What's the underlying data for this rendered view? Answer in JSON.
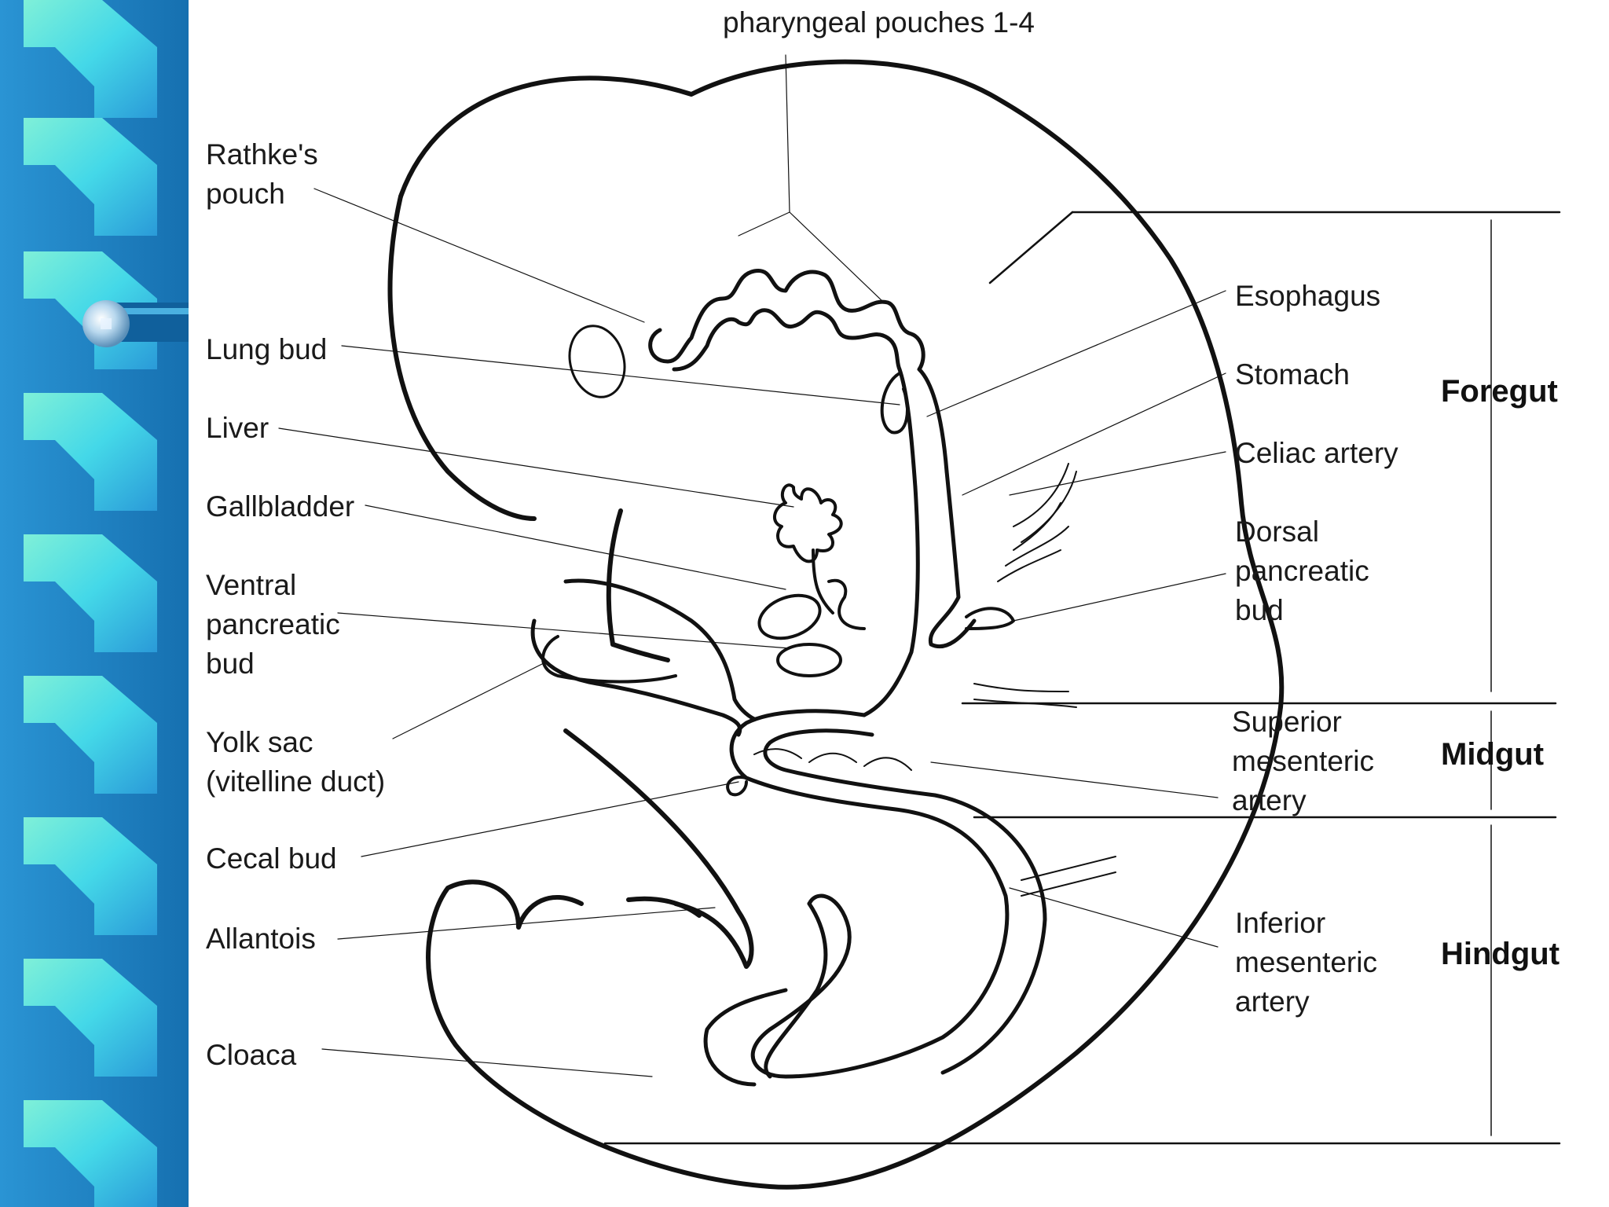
{
  "top_label": "pharyngeal pouches 1-4",
  "left_labels": [
    {
      "id": "rathkes-pouch",
      "text": "Rathke's\npouch"
    },
    {
      "id": "lung-bud",
      "text": "Lung bud"
    },
    {
      "id": "liver",
      "text": "Liver"
    },
    {
      "id": "gallbladder",
      "text": "Gallbladder"
    },
    {
      "id": "ventral-pancreatic-bud",
      "text": "Ventral\npancreatic\nbud"
    },
    {
      "id": "yolk-sac",
      "text": "Yolk sac\n(vitelline duct)"
    },
    {
      "id": "cecal-bud",
      "text": "Cecal bud"
    },
    {
      "id": "allantois",
      "text": "Allantois"
    },
    {
      "id": "cloaca",
      "text": "Cloaca"
    }
  ],
  "right_labels": [
    {
      "id": "esophagus",
      "text": "Esophagus"
    },
    {
      "id": "stomach",
      "text": "Stomach"
    },
    {
      "id": "celiac-artery",
      "text": "Celiac artery"
    },
    {
      "id": "dorsal-pancreatic-bud",
      "text": "Dorsal\npancreatic\nbud"
    },
    {
      "id": "superior-mesenteric-artery",
      "text": "Superior\nmesenteric\nartery"
    },
    {
      "id": "inferior-mesenteric-artery",
      "text": "Inferior\nmesenteric\nartery"
    }
  ],
  "sections": [
    {
      "id": "foregut",
      "text": "Foregut"
    },
    {
      "id": "midgut",
      "text": "Midgut"
    },
    {
      "id": "hindgut",
      "text": "Hindgut"
    }
  ],
  "colors": {
    "sidebar_base": "#1f80c4",
    "stripe": "#5fe0e0",
    "line": "#111111"
  }
}
